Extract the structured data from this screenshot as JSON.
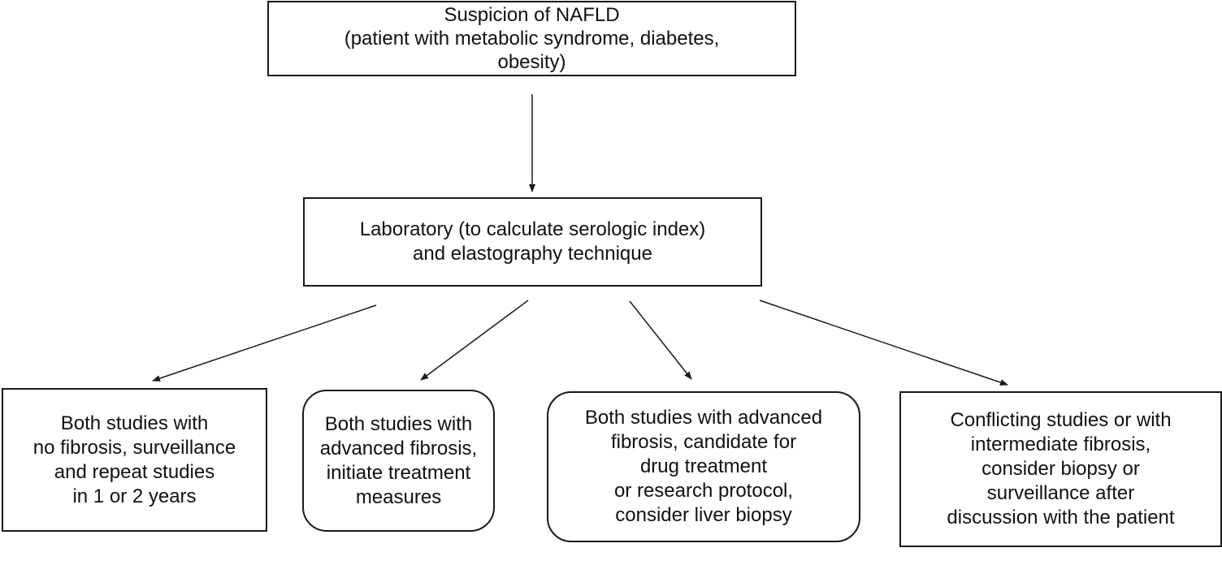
{
  "nodes": {
    "top": {
      "lines": [
        "Suspicion of NAFLD",
        "(patient with metabolic syndrome, diabetes,",
        "obesity)"
      ]
    },
    "middle": {
      "lines": [
        "Laboratory (to calculate serologic index)",
        "and elastography technique"
      ]
    },
    "outcome_1": {
      "lines": [
        "Both studies with",
        "no fibrosis, surveillance",
        "and repeat studies",
        "in 1 or 2 years"
      ]
    },
    "outcome_2": {
      "lines": [
        "Both studies with",
        "advanced fibrosis,",
        "initiate treatment",
        "measures"
      ]
    },
    "outcome_3": {
      "lines": [
        "Both studies with advanced",
        "fibrosis, candidate for",
        "drug treatment",
        "or research protocol,",
        "consider liver biopsy"
      ]
    },
    "outcome_4": {
      "lines": [
        "Conflicting studies or with",
        "intermediate fibrosis,",
        "consider biopsy or",
        "surveillance after",
        "discussion with the patient"
      ]
    }
  },
  "colors": {
    "line": "#1a1a1a",
    "background": "#ffffff"
  }
}
